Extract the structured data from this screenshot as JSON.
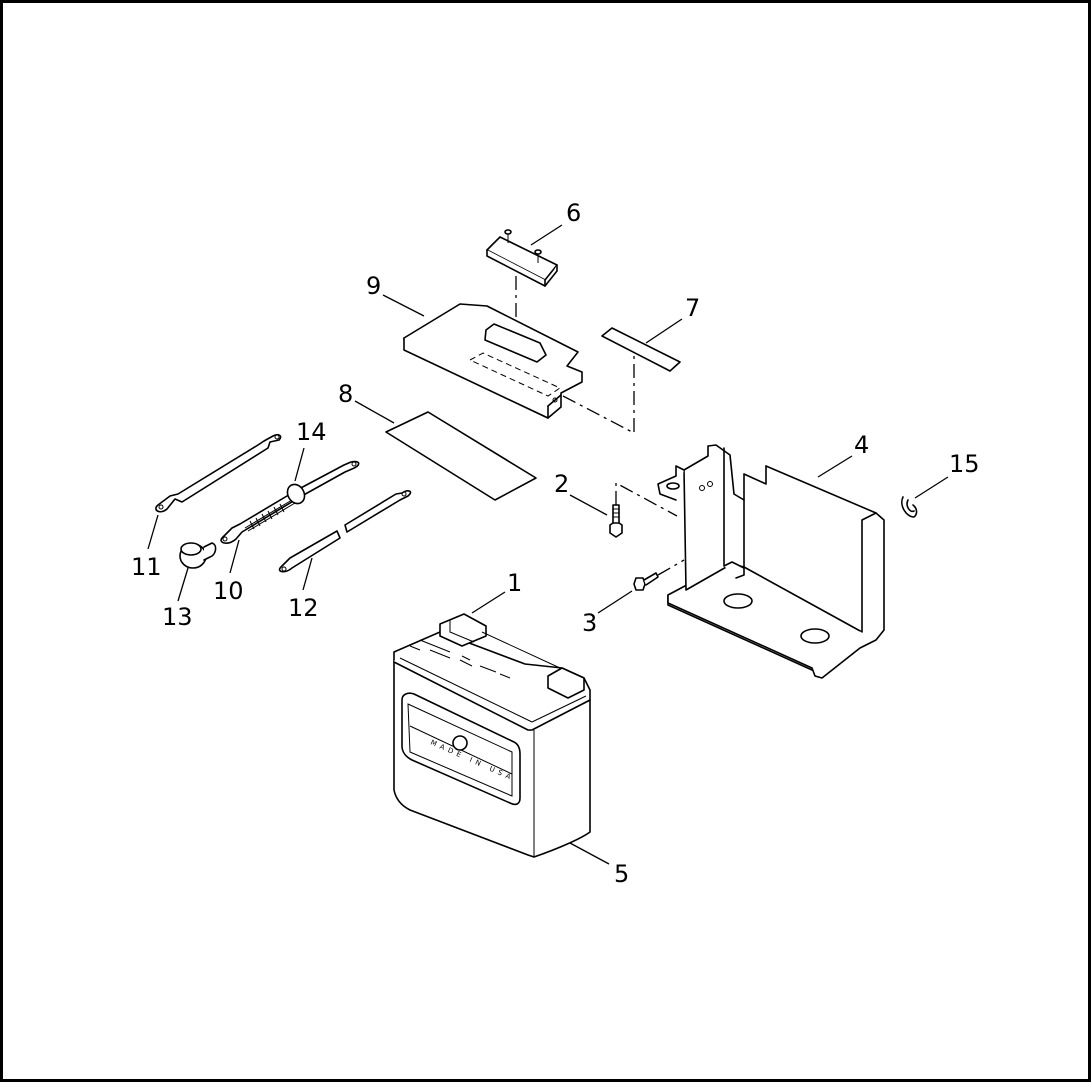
{
  "figure": {
    "callouts": [
      "1",
      "2",
      "3",
      "4",
      "5",
      "6",
      "7",
      "8",
      "9",
      "10",
      "11",
      "12",
      "13",
      "14",
      "15"
    ],
    "battery_emboss": "MADE IN USA"
  }
}
